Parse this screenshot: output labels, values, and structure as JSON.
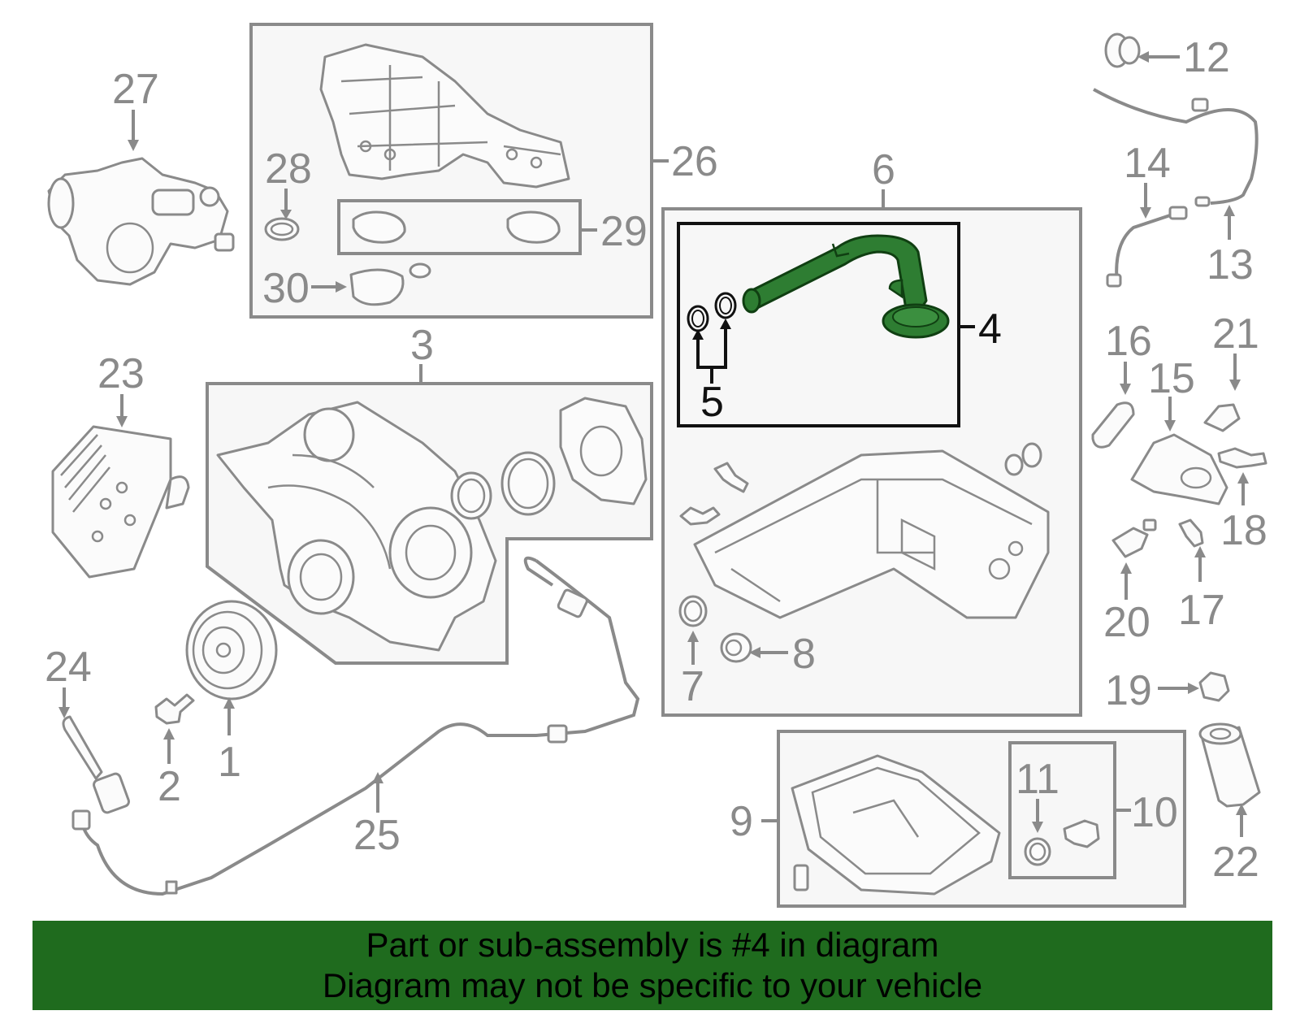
{
  "colors": {
    "line_gray": "#8a8a8a",
    "highlight_green": "#2e7d32",
    "banner_green": "#1f6b1e",
    "highlight_box": "#111111"
  },
  "callouts": {
    "c1": "1",
    "c2": "2",
    "c3": "3",
    "c4": "4",
    "c5": "5",
    "c6": "6",
    "c7": "7",
    "c8": "8",
    "c9": "9",
    "c10": "10",
    "c11": "11",
    "c12": "12",
    "c13": "13",
    "c14": "14",
    "c15": "15",
    "c16": "16",
    "c17": "17",
    "c18": "18",
    "c19": "19",
    "c20": "20",
    "c21": "21",
    "c22": "22",
    "c23": "23",
    "c24": "24",
    "c25": "25",
    "c26": "26",
    "c27": "27",
    "c28": "28",
    "c29": "29",
    "c30": "30"
  },
  "highlighted_part": "4",
  "banner": {
    "line1": "Part or sub-assembly is #4 in diagram",
    "line2": "Diagram may not be specific to your vehicle"
  }
}
